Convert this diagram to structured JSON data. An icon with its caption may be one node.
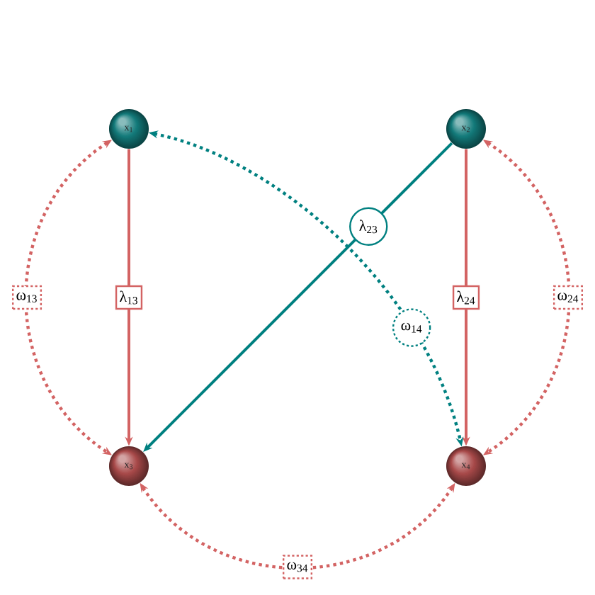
{
  "diagram": {
    "nodes": [
      {
        "text": [
          "x$_{1}$"
        ]
      },
      {
        "text": [
          "x$_{2}$"
        ]
      },
      {
        "text": [
          "x$_{3}$"
        ]
      },
      {
        "text": [
          "x$_{4}$"
        ]
      }
    ],
    "edges": [
      {
        "from": 0,
        "to": 2,
        "arrow": "to",
        "label": "λ$_{13}$"
      },
      {
        "from": 1,
        "to": 3,
        "arrow": "to",
        "label": "λ$_{24}$"
      },
      {
        "from": 1,
        "to": 2,
        "arrow": "to",
        "label": "λ$_{23}$",
        "color": "#008080"
      },
      {
        "from": 0,
        "to": 2,
        "arrow": "both",
        "label": "ω$_{13}$",
        "style": "dashed"
      },
      {
        "from": 1,
        "to": 3,
        "arrow": "both",
        "label": "ω$_{24}$",
        "style": "dashed"
      },
      {
        "from": 2,
        "to": 3,
        "arrow": "both",
        "label": "ω$_{34}$",
        "style": "dashed"
      },
      {
        "from": 0,
        "to": 3,
        "arrow": "both",
        "label": "ω$_{14}$",
        "style": "dashed",
        "color": "#008080"
      }
    ]
  }
}
